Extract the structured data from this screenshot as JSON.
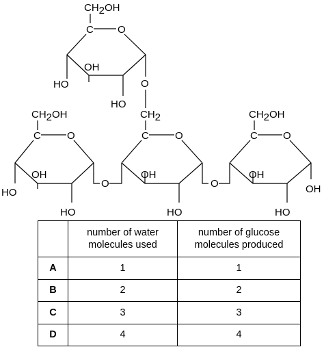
{
  "structure": {
    "labels": {
      "ch2oh": "CH",
      "ch2oh_sub": "2",
      "ch2oh_tail": "OH",
      "ch2": "CH",
      "ch2_sub": "2",
      "ring_c": "C",
      "ring_o": "O",
      "oh": "OH",
      "ho": "HO",
      "bridge_o": "O"
    }
  },
  "table": {
    "headers": [
      "",
      "number of water molecules used",
      "number of glucose molecules produced"
    ],
    "header_lines": {
      "water": [
        "number of water",
        "molecules used"
      ],
      "glucose": [
        "number of glucose",
        "molecules produced"
      ]
    },
    "rows": [
      {
        "option": "A",
        "water": "1",
        "glucose": "1"
      },
      {
        "option": "B",
        "water": "2",
        "glucose": "2"
      },
      {
        "option": "C",
        "water": "3",
        "glucose": "3"
      },
      {
        "option": "D",
        "water": "4",
        "glucose": "4"
      }
    ]
  }
}
